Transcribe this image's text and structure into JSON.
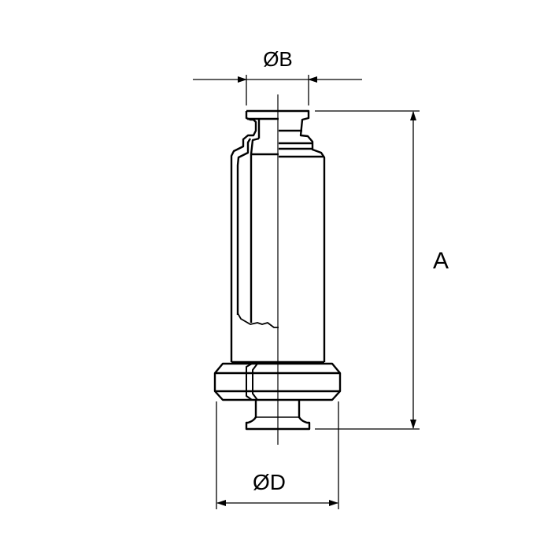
{
  "drawing": {
    "subject": "cylindrical fitting with clamp ends",
    "line_color": "#000000",
    "background": "#ffffff",
    "dimensions": {
      "top_diameter": {
        "label": "ØB"
      },
      "overall_length": {
        "label": "A"
      },
      "flange_diameter": {
        "label": "ØD"
      }
    }
  }
}
